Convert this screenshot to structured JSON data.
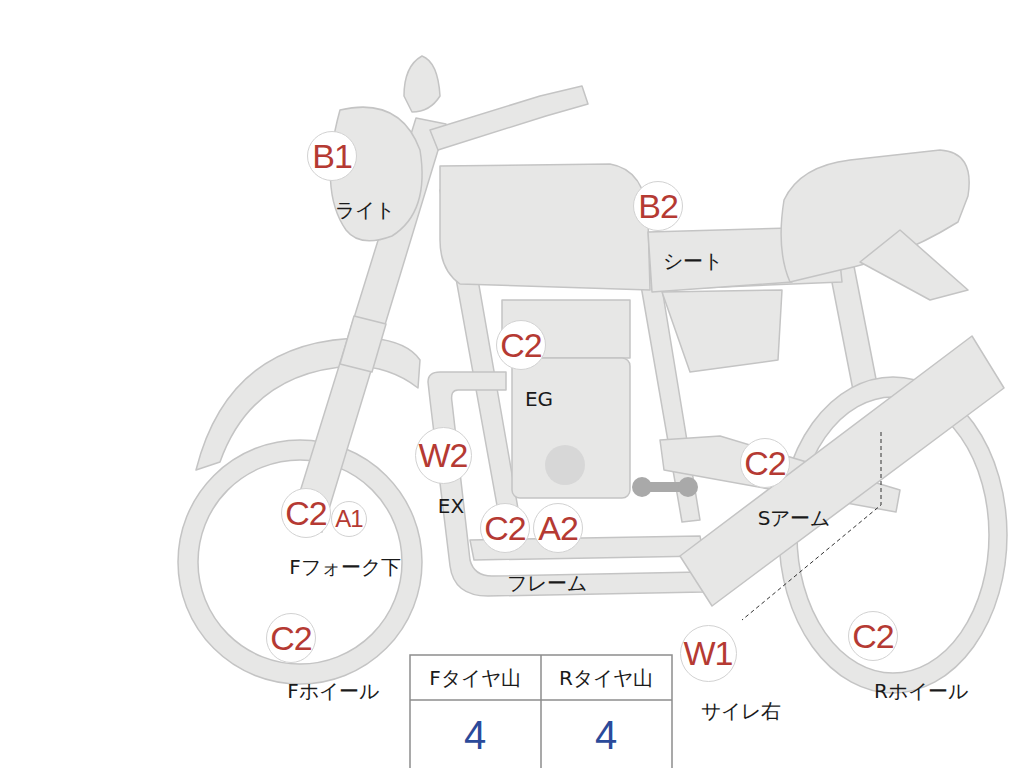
{
  "diagram": {
    "nodes": [
      {
        "text": [
          "B1",
          "ライト"
        ]
      },
      {
        "text": [
          "B2",
          "シート"
        ]
      },
      {
        "text": [
          "C2",
          "EG"
        ]
      },
      {
        "text": [
          "W2",
          "EX"
        ]
      },
      {
        "text": [
          "C2",
          "Sアーム"
        ]
      },
      {
        "text": [
          "C2",
          "Fフォーク下"
        ]
      },
      {
        "text": [
          "A1"
        ]
      },
      {
        "text": [
          "C2",
          "フレーム"
        ]
      },
      {
        "text": [
          "A2"
        ]
      },
      {
        "text": [
          "W1",
          "サイレ右"
        ]
      },
      {
        "text": [
          "C2",
          "Fホイール"
        ]
      },
      {
        "text": [
          "C2",
          "Rホイール"
        ]
      }
    ],
    "labels": [
      "Fタイヤ山",
      "Rタイヤ山",
      "4",
      "4"
    ]
  }
}
